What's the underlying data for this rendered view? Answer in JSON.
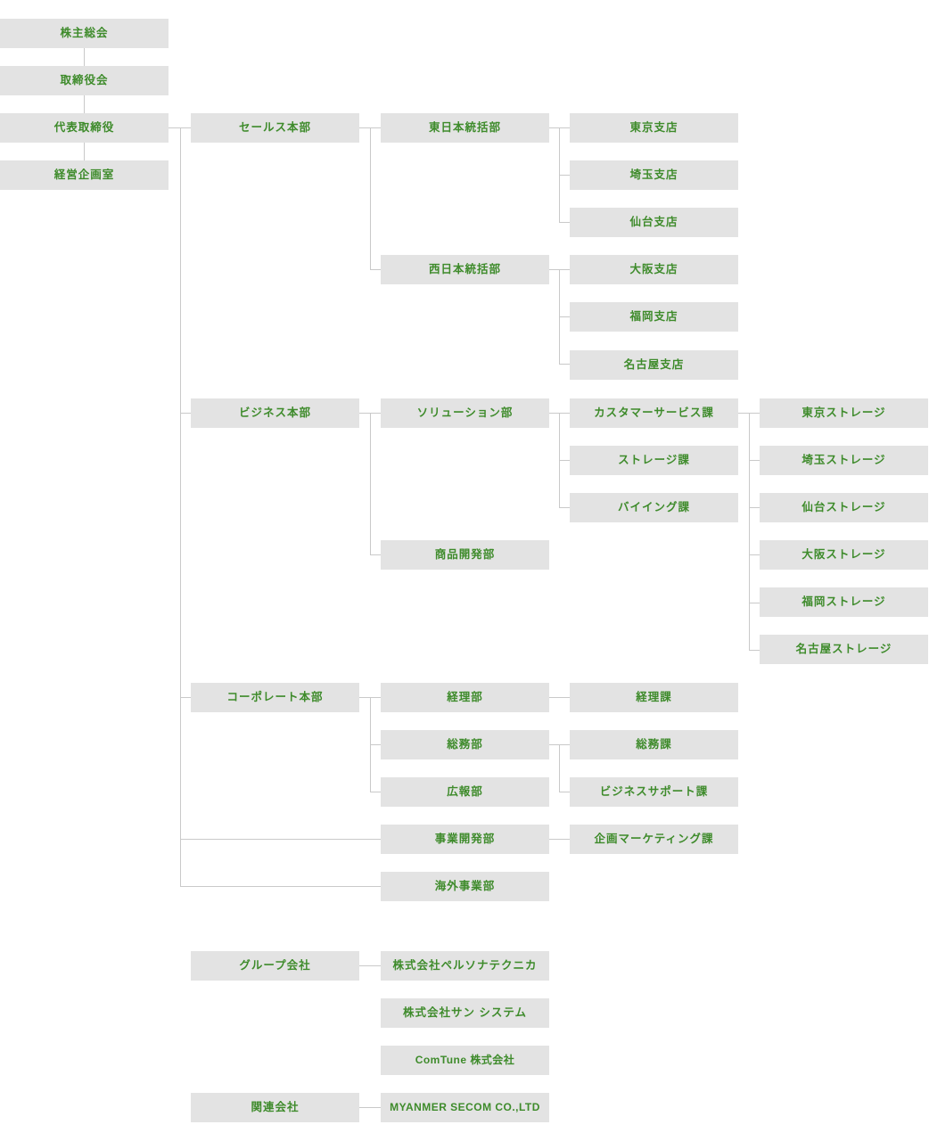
{
  "theme": {
    "box_fill": "#e3e3e3",
    "text_color": "#3e8b2b",
    "line_color": "#c9c9c9",
    "page_background": "#ffffff"
  },
  "nodes": {
    "shareholders_meeting": "株主総会",
    "board_of_directors": "取締役会",
    "representative_director": "代表取締役",
    "management_planning_office": "経営企画室",
    "sales_hq": "セールス本部",
    "east_japan_division": "東日本統括部",
    "tokyo_branch": "東京支店",
    "saitama_branch": "埼玉支店",
    "sendai_branch": "仙台支店",
    "west_japan_division": "西日本統括部",
    "osaka_branch": "大阪支店",
    "fukuoka_branch": "福岡支店",
    "nagoya_branch": "名古屋支店",
    "business_hq": "ビジネス本部",
    "solution_dept": "ソリューション部",
    "customer_service_section": "カスタマーサービス課",
    "storage_section": "ストレージ課",
    "buying_section": "バイイング課",
    "product_development_dept": "商品開発部",
    "tokyo_storage": "東京ストレージ",
    "saitama_storage": "埼玉ストレージ",
    "sendai_storage": "仙台ストレージ",
    "osaka_storage": "大阪ストレージ",
    "fukuoka_storage": "福岡ストレージ",
    "nagoya_storage": "名古屋ストレージ",
    "corporate_hq": "コーポレート本部",
    "accounting_dept": "経理部",
    "accounting_section": "経理課",
    "general_affairs_dept": "総務部",
    "general_affairs_section": "総務課",
    "business_support_section": "ビジネスサポート課",
    "public_relations_dept": "広報部",
    "business_development_dept": "事業開発部",
    "planning_marketing_section": "企画マーケティング課",
    "overseas_business_dept": "海外事業部",
    "group_companies": "グループ会社",
    "persona_technica": "株式会社ペルソナテクニカ",
    "sun_system": "株式会社サン システム",
    "comtune": "ComTune 株式会社",
    "affiliated_companies": "関連会社",
    "myanmer_secom": "MYANMER SECOM CO.,LTD"
  }
}
